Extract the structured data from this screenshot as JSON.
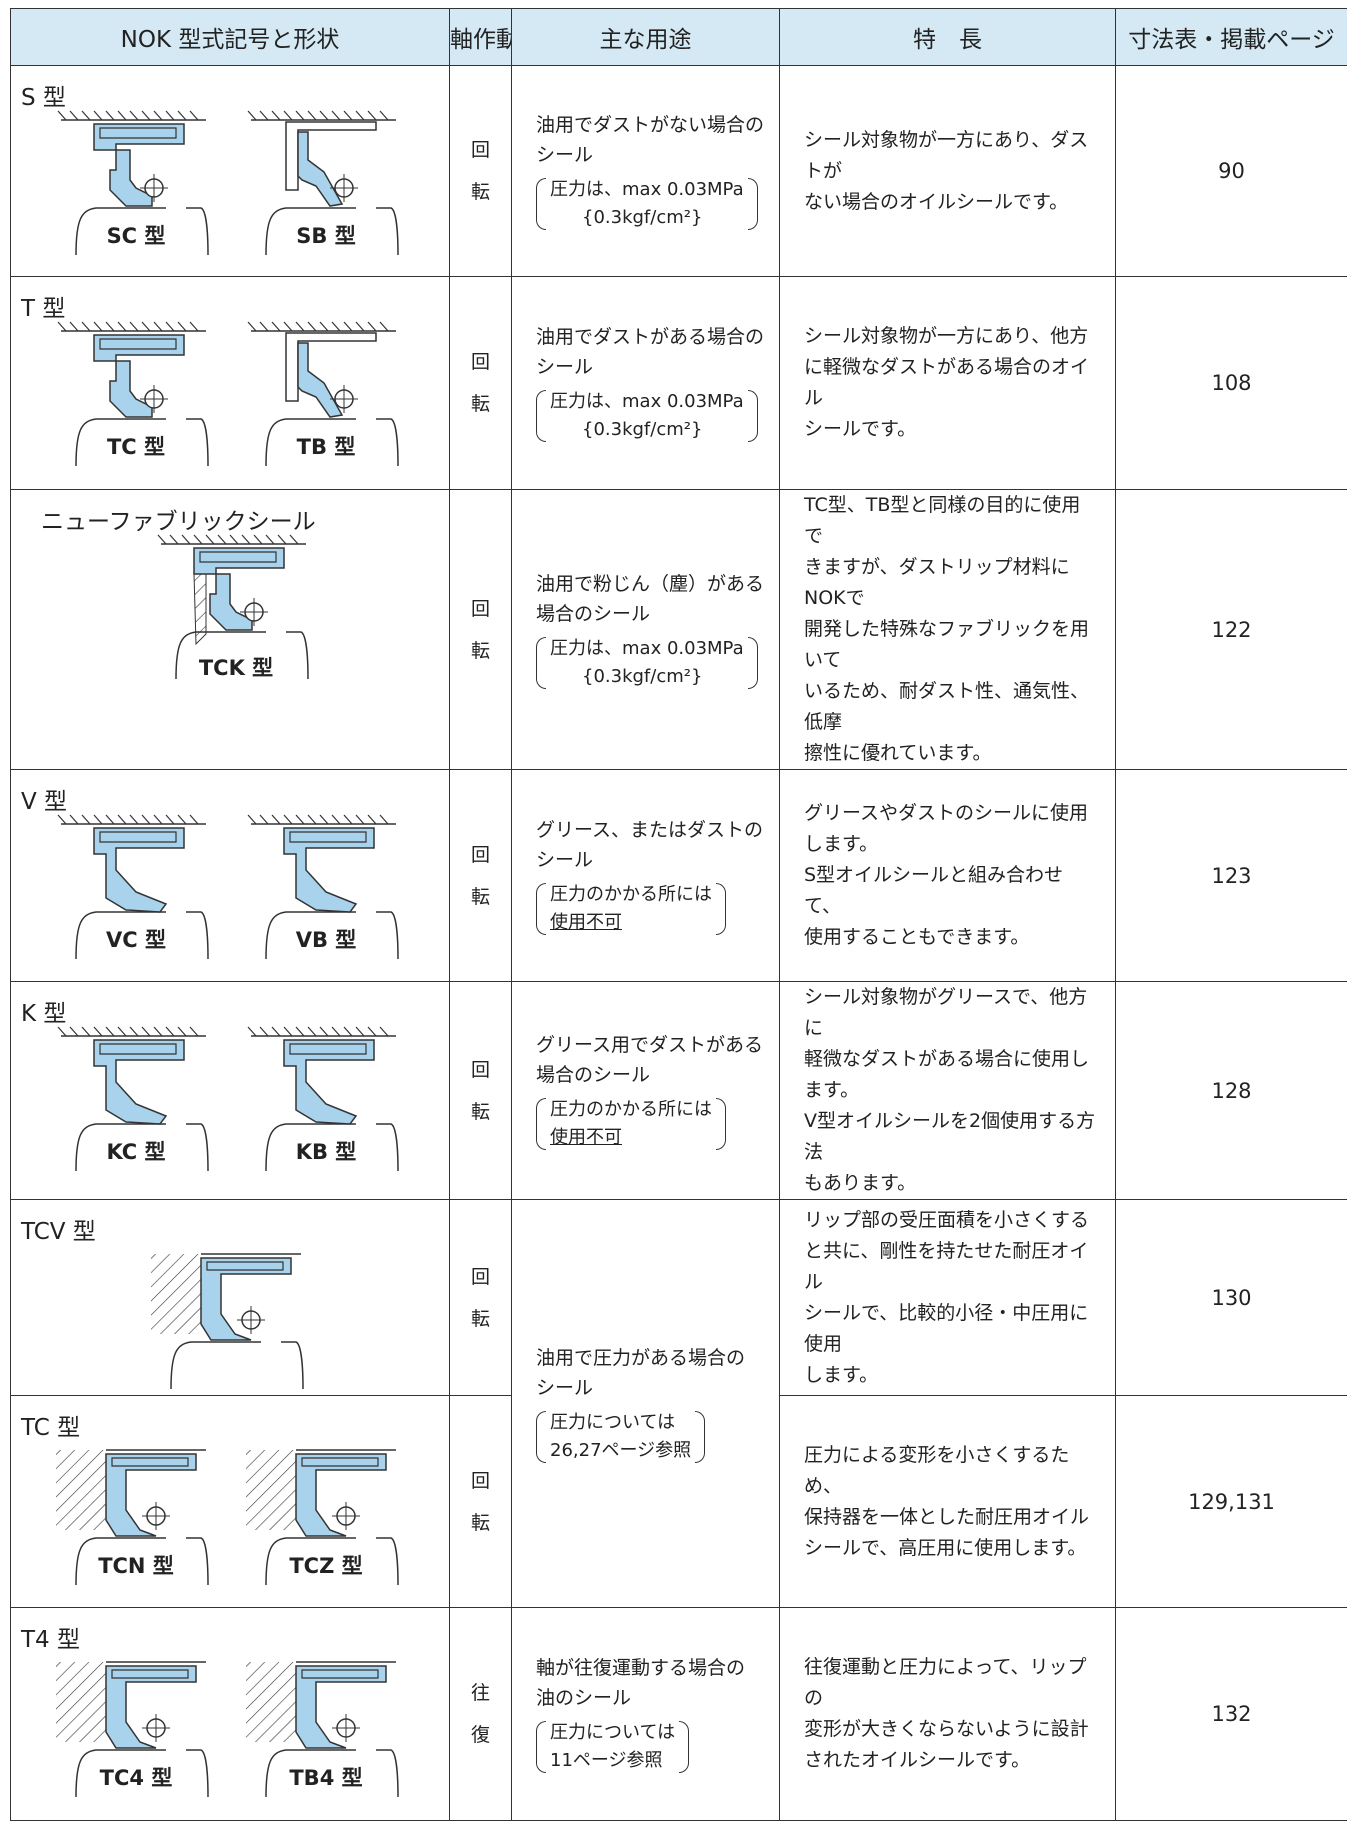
{
  "headers": {
    "shape": "NOK 型式記号と形状",
    "motion": "軸作動",
    "usage": "主な用途",
    "feature": "特　長",
    "page": "寸法表・掲載ページ"
  },
  "rows": [
    {
      "type": "S 型",
      "figures": [
        "SC 型",
        "SB 型"
      ],
      "motion": [
        "回",
        "転"
      ],
      "usage": "油用でダストがない場合の\nシール",
      "note": [
        "圧力は、max 0.03MPa",
        "{0.3kgf/cm²}"
      ],
      "feature": "シール対象物が一方にあり、ダストが\nない場合のオイルシールです。",
      "page": "90"
    },
    {
      "type": "T 型",
      "figures": [
        "TC 型",
        "TB 型"
      ],
      "motion": [
        "回",
        "転"
      ],
      "usage": "油用でダストがある場合の\nシール",
      "note": [
        "圧力は、max 0.03MPa",
        "{0.3kgf/cm²}"
      ],
      "feature": "シール対象物が一方にあり、他方\nに軽微なダストがある場合のオイル\nシールです。",
      "page": "108"
    },
    {
      "type": "ニューファブリックシール",
      "figures": [
        "TCK 型"
      ],
      "motion": [
        "回",
        "転"
      ],
      "usage": "油用で粉じん（塵）がある\n場合のシール",
      "note": [
        "圧力は、max 0.03MPa",
        "{0.3kgf/cm²}"
      ],
      "feature": "TC型、TB型と同様の目的に使用で\nきますが、ダストリップ材料にNOKで\n開発した特殊なファブリックを用いて\nいるため、耐ダスト性、通気性、低摩\n擦性に優れています。",
      "page": "122"
    },
    {
      "type": "V 型",
      "figures": [
        "VC 型",
        "VB 型"
      ],
      "motion": [
        "回",
        "転"
      ],
      "usage": "グリース、またはダストの\nシール",
      "note": [
        "圧力のかかる所には",
        "使用不可"
      ],
      "feature": "グリースやダストのシールに使用します。\nS型オイルシールと組み合わせて、\n使用することもできます。",
      "page": "123"
    },
    {
      "type": "K 型",
      "figures": [
        "KC 型",
        "KB 型"
      ],
      "motion": [
        "回",
        "転"
      ],
      "usage": "グリース用でダストがある\n場合のシール",
      "note": [
        "圧力のかかる所には",
        "使用不可"
      ],
      "feature": "シール対象物がグリースで、他方に\n軽微なダストがある場合に使用します。\nV型オイルシールを2個使用する方法\nもあります。",
      "page": "128"
    },
    {
      "type": "TCV 型",
      "figures": [
        ""
      ],
      "motion": [
        "回",
        "転"
      ],
      "feature": "リップ部の受圧面積を小さくする\nと共に、剛性を持たせた耐圧オイル\nシールで、比較的小径・中圧用に使用\nします。",
      "page": "130"
    },
    {
      "type": "TC 型",
      "figures": [
        "TCN 型",
        "TCZ 型"
      ],
      "motion": [
        "回",
        "転"
      ],
      "feature": "圧力による変形を小さくするため、\n保持器を一体とした耐圧用オイル\nシールで、高圧用に使用します。",
      "page": "129,131"
    },
    {
      "type": "T4 型",
      "figures": [
        "TC4 型",
        "TB4 型"
      ],
      "motion": [
        "往",
        "復"
      ],
      "usage": "軸が往復運動する場合の\n油のシール",
      "note": [
        "圧力については",
        "11ページ参照"
      ],
      "feature": "往復運動と圧力によって、リップの\n変形が大きくならないように設計\nされたオイルシールです。",
      "page": "132"
    }
  ],
  "shared_usage": {
    "usage": "油用で圧力がある場合の\nシール",
    "note": [
      "圧力については",
      "26,27ページ参照"
    ]
  },
  "colors": {
    "header_bg": "#d4e9f4",
    "seal_fill": "#a9d3ec",
    "line": "#333333"
  }
}
